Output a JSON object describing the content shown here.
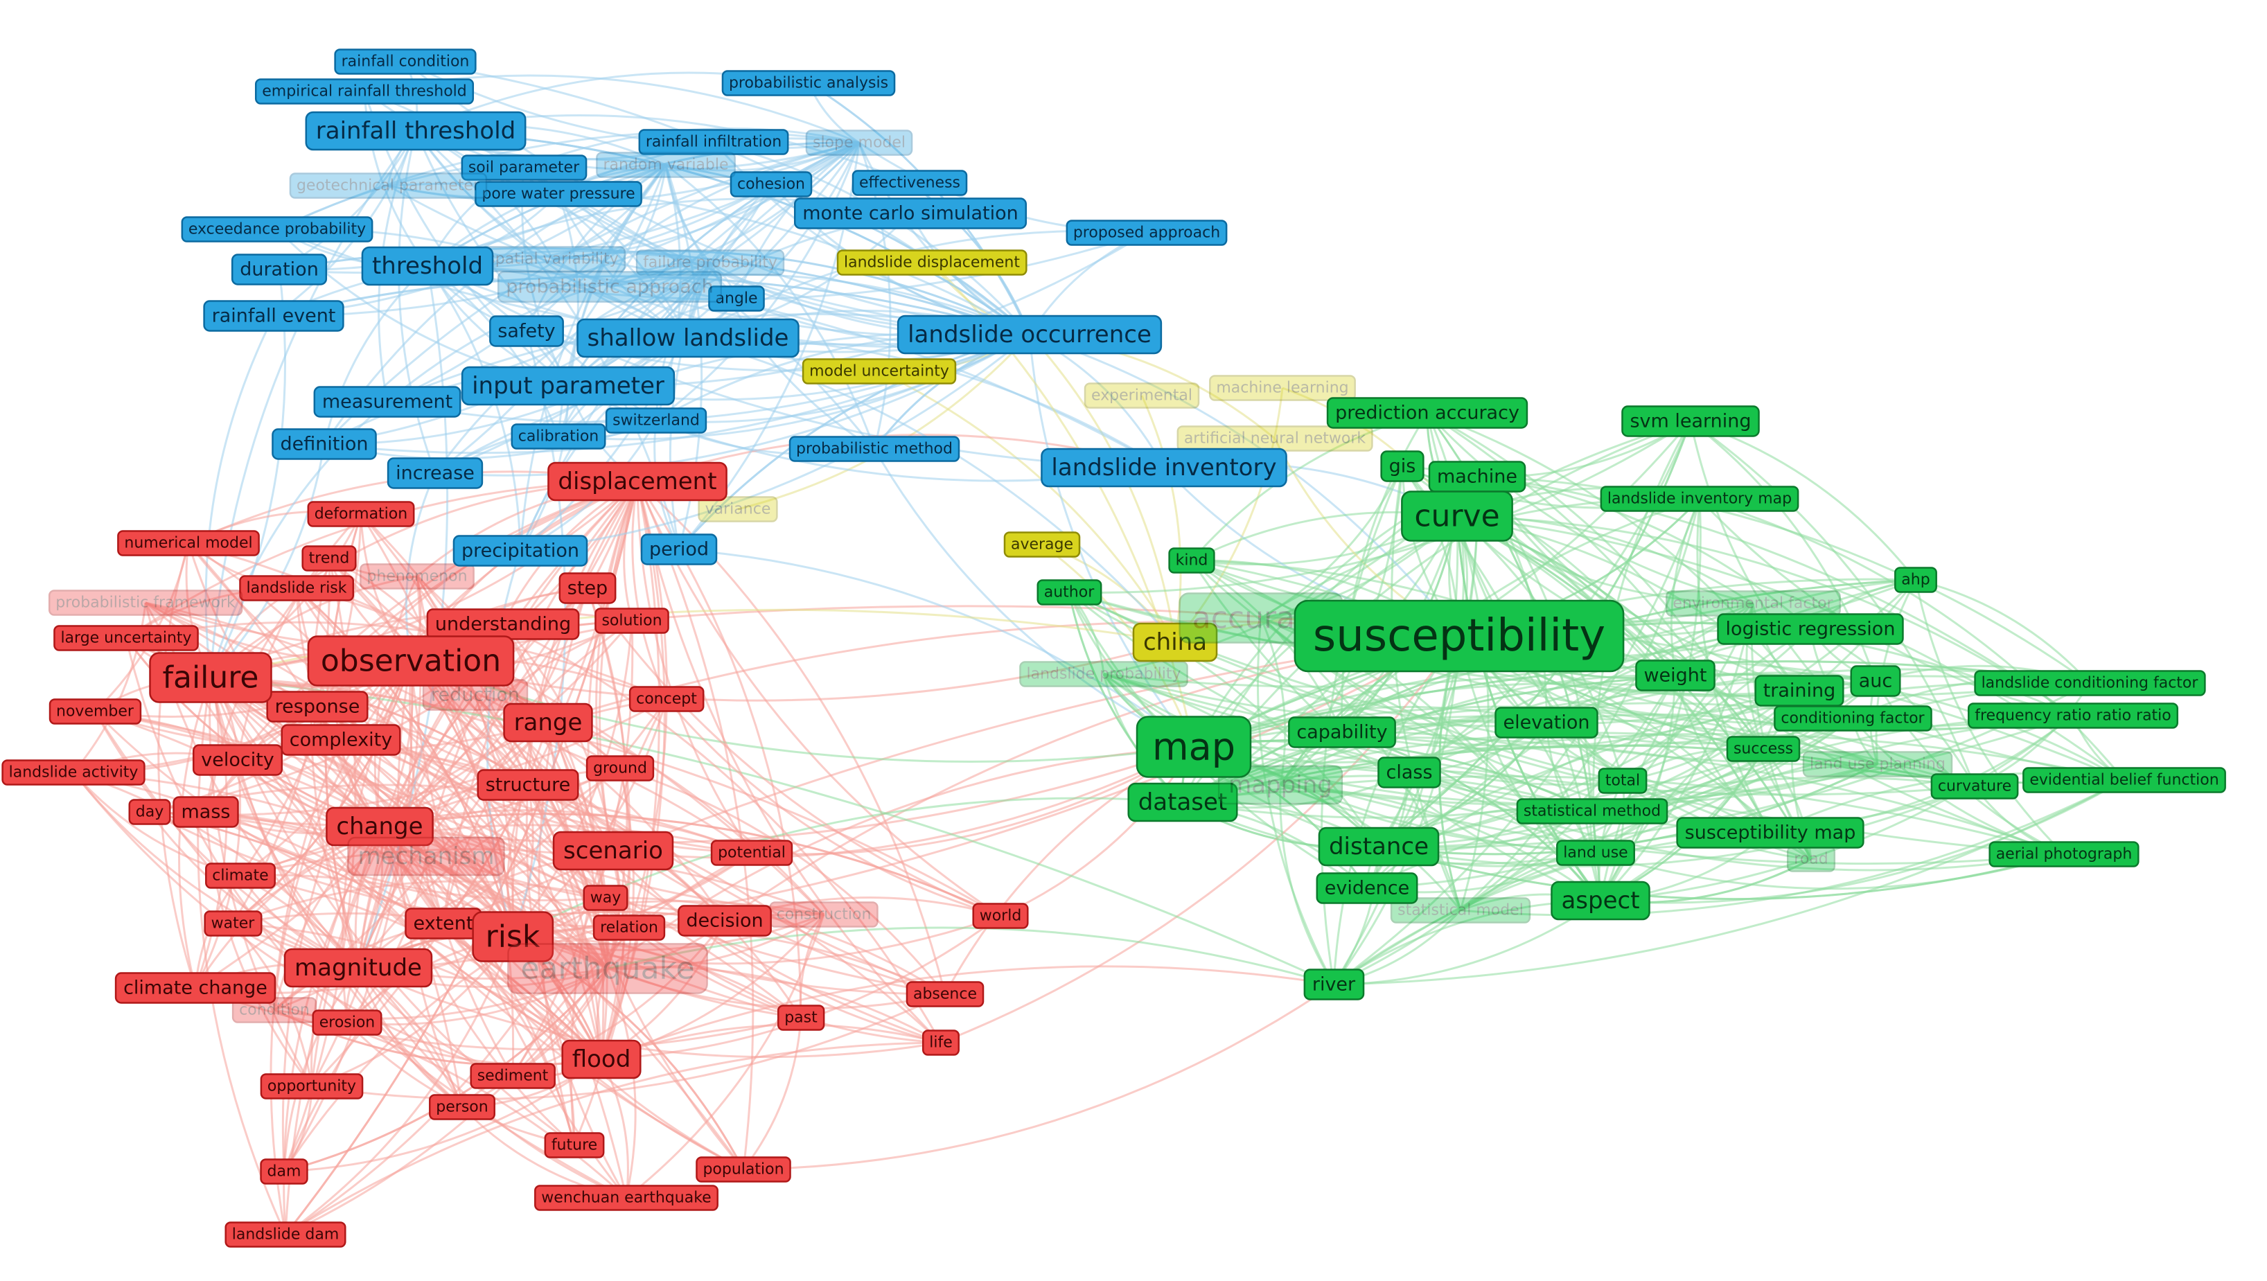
{
  "clusters": {
    "red": {
      "fill": "#f04848",
      "stroke": "#b01818",
      "text": "#3a0505",
      "edge": "#f6a39a"
    },
    "blue": {
      "fill": "#2aa3df",
      "stroke": "#0b6aa0",
      "text": "#062a45",
      "edge": "#9fd0ec"
    },
    "green": {
      "fill": "#16c24a",
      "stroke": "#0b7a2c",
      "text": "#043314",
      "edge": "#8edc9f"
    },
    "yellow": {
      "fill": "#d8d41e",
      "stroke": "#8f8c05",
      "text": "#3a3800",
      "edge": "#e4e08a"
    }
  },
  "nodes": [
    {
      "id": "susceptibility",
      "label": "susceptibility",
      "cluster": "green",
      "weight": 5
    },
    {
      "id": "map",
      "label": "map",
      "cluster": "green",
      "weight": 4
    },
    {
      "id": "curve",
      "label": "curve",
      "cluster": "green",
      "weight": 3
    },
    {
      "id": "dataset",
      "label": "dataset",
      "cluster": "green",
      "weight": 2
    },
    {
      "id": "mapping",
      "label": "mapping",
      "cluster": "green",
      "weight": 2,
      "faded": true
    },
    {
      "id": "distance",
      "label": "distance",
      "cluster": "green",
      "weight": 2
    },
    {
      "id": "aspect",
      "label": "aspect",
      "cluster": "green",
      "weight": 2
    },
    {
      "id": "evidence",
      "label": "evidence",
      "cluster": "green",
      "weight": 1
    },
    {
      "id": "river",
      "label": "river",
      "cluster": "green",
      "weight": 1
    },
    {
      "id": "class",
      "label": "class",
      "cluster": "green",
      "weight": 1
    },
    {
      "id": "capability",
      "label": "capability",
      "cluster": "green",
      "weight": 1
    },
    {
      "id": "elevation",
      "label": "elevation",
      "cluster": "green",
      "weight": 1
    },
    {
      "id": "weight",
      "label": "weight",
      "cluster": "green",
      "weight": 1
    },
    {
      "id": "auc",
      "label": "auc",
      "cluster": "green",
      "weight": 1
    },
    {
      "id": "training",
      "label": "training",
      "cluster": "green",
      "weight": 1
    },
    {
      "id": "logistic regression",
      "label": "logistic regression",
      "cluster": "green",
      "weight": 1
    },
    {
      "id": "gis",
      "label": "gis",
      "cluster": "green",
      "weight": 1
    },
    {
      "id": "machine",
      "label": "machine",
      "cluster": "green",
      "weight": 1
    },
    {
      "id": "prediction accuracy",
      "label": "prediction accuracy",
      "cluster": "green",
      "weight": 1
    },
    {
      "id": "svm learning",
      "label": "svm learning",
      "cluster": "green",
      "weight": 1
    },
    {
      "id": "landslide inventory map",
      "label": "landslide inventory map",
      "cluster": "green",
      "weight": 0
    },
    {
      "id": "ahp",
      "label": "ahp",
      "cluster": "green",
      "weight": 0
    },
    {
      "id": "environmental factor",
      "label": "environmental factor",
      "cluster": "green",
      "weight": 0,
      "faded": true
    },
    {
      "id": "landslide conditioning factor",
      "label": "landslide conditioning factor",
      "cluster": "green",
      "weight": 0
    },
    {
      "id": "frequency ratio ratio ratio",
      "label": "frequency ratio ratio ratio",
      "cluster": "green",
      "weight": 0
    },
    {
      "id": "conditioning factor",
      "label": "conditioning factor",
      "cluster": "green",
      "weight": 0
    },
    {
      "id": "success",
      "label": "success",
      "cluster": "green",
      "weight": 0
    },
    {
      "id": "land use planning",
      "label": "land use planning",
      "cluster": "green",
      "weight": 0,
      "faded": true
    },
    {
      "id": "evidential belief function",
      "label": "evidential belief function",
      "cluster": "green",
      "weight": 0
    },
    {
      "id": "curvature",
      "label": "curvature",
      "cluster": "green",
      "weight": 0
    },
    {
      "id": "total",
      "label": "total",
      "cluster": "green",
      "weight": 0
    },
    {
      "id": "statistical method",
      "label": "statistical method",
      "cluster": "green",
      "weight": 0
    },
    {
      "id": "susceptibility map",
      "label": "susceptibility map",
      "cluster": "green",
      "weight": 1
    },
    {
      "id": "land use",
      "label": "land use",
      "cluster": "green",
      "weight": 0
    },
    {
      "id": "road",
      "label": "road",
      "cluster": "green",
      "weight": 0,
      "faded": true
    },
    {
      "id": "aerial photograph",
      "label": "aerial photograph",
      "cluster": "green",
      "weight": 0
    },
    {
      "id": "statistical model",
      "label": "statistical model",
      "cluster": "green",
      "weight": 0,
      "faded": true
    },
    {
      "id": "author",
      "label": "author",
      "cluster": "green",
      "weight": 0
    },
    {
      "id": "kind",
      "label": "kind",
      "cluster": "green",
      "weight": 0
    },
    {
      "id": "landslide probability",
      "label": "landslide probability",
      "cluster": "green",
      "weight": 0,
      "faded": true
    },
    {
      "id": "accuracy",
      "label": "accuracy",
      "cluster": "green",
      "weight": 3,
      "faded": true
    },
    {
      "id": "china",
      "label": "china",
      "cluster": "yellow",
      "weight": 2
    },
    {
      "id": "average",
      "label": "average",
      "cluster": "yellow",
      "weight": 0
    },
    {
      "id": "variance",
      "label": "variance",
      "cluster": "yellow",
      "weight": 0,
      "faded": true
    },
    {
      "id": "model uncertainty",
      "label": "model uncertainty",
      "cluster": "yellow",
      "weight": 0
    },
    {
      "id": "landslide displacement",
      "label": "landslide displacement",
      "cluster": "yellow",
      "weight": 0
    },
    {
      "id": "machine learning",
      "label": "machine learning",
      "cluster": "yellow",
      "weight": 0,
      "faded": true
    },
    {
      "id": "artificial neural network",
      "label": "artificial neural network",
      "cluster": "yellow",
      "weight": 0,
      "faded": true
    },
    {
      "id": "experimental",
      "label": "experimental",
      "cluster": "yellow",
      "weight": 0,
      "faded": true
    },
    {
      "id": "landslide occurrence",
      "label": "landslide occurrence",
      "cluster": "blue",
      "weight": 2
    },
    {
      "id": "landslide inventory",
      "label": "landslide inventory",
      "cluster": "blue",
      "weight": 2
    },
    {
      "id": "shallow landslide",
      "label": "shallow landslide",
      "cluster": "blue",
      "weight": 2
    },
    {
      "id": "monte carlo simulation",
      "label": "monte carlo simulation",
      "cluster": "blue",
      "weight": 1
    },
    {
      "id": "effectiveness",
      "label": "effectiveness",
      "cluster": "blue",
      "weight": 0
    },
    {
      "id": "cohesion",
      "label": "cohesion",
      "cluster": "blue",
      "weight": 0
    },
    {
      "id": "rainfall infiltration",
      "label": "rainfall infiltration",
      "cluster": "blue",
      "weight": 0
    },
    {
      "id": "slope model",
      "label": "slope model",
      "cluster": "blue",
      "weight": 0,
      "faded": true
    },
    {
      "id": "probabilistic analysis",
      "label": "probabilistic analysis",
      "cluster": "blue",
      "weight": 0
    },
    {
      "id": "proposed approach",
      "label": "proposed approach",
      "cluster": "blue",
      "weight": 0
    },
    {
      "id": "rainfall condition",
      "label": "rainfall condition",
      "cluster": "blue",
      "weight": 0
    },
    {
      "id": "empirical rainfall threshold",
      "label": "empirical rainfall threshold",
      "cluster": "blue",
      "weight": 0
    },
    {
      "id": "rainfall threshold",
      "label": "rainfall threshold",
      "cluster": "blue",
      "weight": 2
    },
    {
      "id": "soil parameter",
      "label": "soil parameter",
      "cluster": "blue",
      "weight": 0
    },
    {
      "id": "random variable",
      "label": "random variable",
      "cluster": "blue",
      "weight": 0,
      "faded": true
    },
    {
      "id": "pore water pressure",
      "label": "pore water pressure",
      "cluster": "blue",
      "weight": 0
    },
    {
      "id": "geotechnical parameter",
      "label": "geotechnical parameter",
      "cluster": "blue",
      "weight": 0,
      "faded": true
    },
    {
      "id": "exceedance probability",
      "label": "exceedance probability",
      "cluster": "blue",
      "weight": 0
    },
    {
      "id": "duration",
      "label": "duration",
      "cluster": "blue",
      "weight": 1
    },
    {
      "id": "threshold",
      "label": "threshold",
      "cluster": "blue",
      "weight": 2
    },
    {
      "id": "spatial variability",
      "label": "spatial variability",
      "cluster": "blue",
      "weight": 0,
      "faded": true
    },
    {
      "id": "failure probability",
      "label": "failure probability",
      "cluster": "blue",
      "weight": 0,
      "faded": true
    },
    {
      "id": "probabilistic approach",
      "label": "probabilistic approach",
      "cluster": "blue",
      "weight": 1,
      "faded": true
    },
    {
      "id": "angle",
      "label": "angle",
      "cluster": "blue",
      "weight": 0
    },
    {
      "id": "rainfall event",
      "label": "rainfall event",
      "cluster": "blue",
      "weight": 1
    },
    {
      "id": "safety",
      "label": "safety",
      "cluster": "blue",
      "weight": 1
    },
    {
      "id": "measurement",
      "label": "measurement",
      "cluster": "blue",
      "weight": 1
    },
    {
      "id": "input parameter",
      "label": "input parameter",
      "cluster": "blue",
      "weight": 2
    },
    {
      "id": "switzerland",
      "label": "switzerland",
      "cluster": "blue",
      "weight": 0
    },
    {
      "id": "calibration",
      "label": "calibration",
      "cluster": "blue",
      "weight": 0
    },
    {
      "id": "probabilistic method",
      "label": "probabilistic method",
      "cluster": "blue",
      "weight": 0
    },
    {
      "id": "definition",
      "label": "definition",
      "cluster": "blue",
      "weight": 1
    },
    {
      "id": "increase",
      "label": "increase",
      "cluster": "blue",
      "weight": 1
    },
    {
      "id": "precipitation",
      "label": "precipitation",
      "cluster": "blue",
      "weight": 1
    },
    {
      "id": "period",
      "label": "period",
      "cluster": "blue",
      "weight": 1
    },
    {
      "id": "displacement",
      "label": "displacement",
      "cluster": "red",
      "weight": 2
    },
    {
      "id": "deformation",
      "label": "deformation",
      "cluster": "red",
      "weight": 0
    },
    {
      "id": "numerical model",
      "label": "numerical model",
      "cluster": "red",
      "weight": 0
    },
    {
      "id": "trend",
      "label": "trend",
      "cluster": "red",
      "weight": 0
    },
    {
      "id": "landslide risk",
      "label": "landslide risk",
      "cluster": "red",
      "weight": 0
    },
    {
      "id": "probabilistic framework",
      "label": "probabilistic framework",
      "cluster": "red",
      "weight": 0,
      "faded": true
    },
    {
      "id": "phenomenon",
      "label": "phenomenon",
      "cluster": "red",
      "weight": 0,
      "faded": true
    },
    {
      "id": "step",
      "label": "step",
      "cluster": "red",
      "weight": 1
    },
    {
      "id": "large uncertainty",
      "label": "large uncertainty",
      "cluster": "red",
      "weight": 0
    },
    {
      "id": "understanding",
      "label": "understanding",
      "cluster": "red",
      "weight": 1
    },
    {
      "id": "solution",
      "label": "solution",
      "cluster": "red",
      "weight": 0
    },
    {
      "id": "failure",
      "label": "failure",
      "cluster": "red",
      "weight": 3
    },
    {
      "id": "observation",
      "label": "observation",
      "cluster": "red",
      "weight": 3
    },
    {
      "id": "november",
      "label": "november",
      "cluster": "red",
      "weight": 0
    },
    {
      "id": "response",
      "label": "response",
      "cluster": "red",
      "weight": 1
    },
    {
      "id": "reduction",
      "label": "reduction",
      "cluster": "red",
      "weight": 1,
      "faded": true
    },
    {
      "id": "concept",
      "label": "concept",
      "cluster": "red",
      "weight": 0
    },
    {
      "id": "range",
      "label": "range",
      "cluster": "red",
      "weight": 2
    },
    {
      "id": "complexity",
      "label": "complexity",
      "cluster": "red",
      "weight": 1
    },
    {
      "id": "landslide activity",
      "label": "landslide activity",
      "cluster": "red",
      "weight": 0
    },
    {
      "id": "velocity",
      "label": "velocity",
      "cluster": "red",
      "weight": 1
    },
    {
      "id": "ground",
      "label": "ground",
      "cluster": "red",
      "weight": 0
    },
    {
      "id": "structure",
      "label": "structure",
      "cluster": "red",
      "weight": 1
    },
    {
      "id": "day",
      "label": "day",
      "cluster": "red",
      "weight": 0
    },
    {
      "id": "mass",
      "label": "mass",
      "cluster": "red",
      "weight": 1
    },
    {
      "id": "change",
      "label": "change",
      "cluster": "red",
      "weight": 2
    },
    {
      "id": "mechanism",
      "label": "mechanism",
      "cluster": "red",
      "weight": 2,
      "faded": true
    },
    {
      "id": "scenario",
      "label": "scenario",
      "cluster": "red",
      "weight": 2
    },
    {
      "id": "potential",
      "label": "potential",
      "cluster": "red",
      "weight": 0
    },
    {
      "id": "climate",
      "label": "climate",
      "cluster": "red",
      "weight": 0
    },
    {
      "id": "way",
      "label": "way",
      "cluster": "red",
      "weight": 0
    },
    {
      "id": "construction",
      "label": "construction",
      "cluster": "red",
      "weight": 0,
      "faded": true
    },
    {
      "id": "world",
      "label": "world",
      "cluster": "red",
      "weight": 0
    },
    {
      "id": "water",
      "label": "water",
      "cluster": "red",
      "weight": 0
    },
    {
      "id": "extent",
      "label": "extent",
      "cluster": "red",
      "weight": 1
    },
    {
      "id": "risk",
      "label": "risk",
      "cluster": "red",
      "weight": 3
    },
    {
      "id": "relation",
      "label": "relation",
      "cluster": "red",
      "weight": 0
    },
    {
      "id": "decision",
      "label": "decision",
      "cluster": "red",
      "weight": 1
    },
    {
      "id": "magnitude",
      "label": "magnitude",
      "cluster": "red",
      "weight": 2
    },
    {
      "id": "earthquake",
      "label": "earthquake",
      "cluster": "red",
      "weight": 3,
      "faded": true
    },
    {
      "id": "climate change",
      "label": "climate change",
      "cluster": "red",
      "weight": 1
    },
    {
      "id": "condition",
      "label": "condition",
      "cluster": "red",
      "weight": 0,
      "faded": true
    },
    {
      "id": "absence",
      "label": "absence",
      "cluster": "red",
      "weight": 0
    },
    {
      "id": "erosion",
      "label": "erosion",
      "cluster": "red",
      "weight": 0
    },
    {
      "id": "past",
      "label": "past",
      "cluster": "red",
      "weight": 0
    },
    {
      "id": "life",
      "label": "life",
      "cluster": "red",
      "weight": 0
    },
    {
      "id": "flood",
      "label": "flood",
      "cluster": "red",
      "weight": 2
    },
    {
      "id": "sediment",
      "label": "sediment",
      "cluster": "red",
      "weight": 0
    },
    {
      "id": "opportunity",
      "label": "opportunity",
      "cluster": "red",
      "weight": 0
    },
    {
      "id": "person",
      "label": "person",
      "cluster": "red",
      "weight": 0
    },
    {
      "id": "future",
      "label": "future",
      "cluster": "red",
      "weight": 0
    },
    {
      "id": "dam",
      "label": "dam",
      "cluster": "red",
      "weight": 0
    },
    {
      "id": "population",
      "label": "population",
      "cluster": "red",
      "weight": 0
    },
    {
      "id": "wenchuan earthquake",
      "label": "wenchuan earthquake",
      "cluster": "red",
      "weight": 0
    },
    {
      "id": "landslide dam",
      "label": "landslide dam",
      "cluster": "red",
      "weight": 0
    }
  ]
}
